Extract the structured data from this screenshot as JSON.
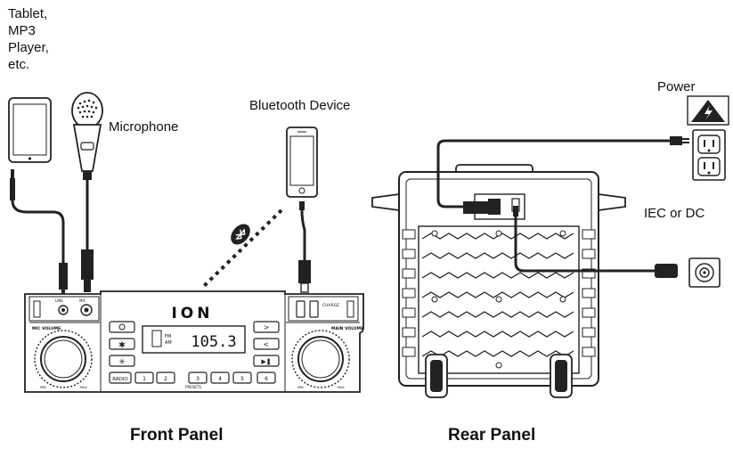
{
  "labels": {
    "tablet": "Tablet, MP3 Player, etc.",
    "microphone": "Microphone",
    "bluetooth_device": "Bluetooth Device",
    "power": "Power",
    "iec_or_dc": "IEC or DC",
    "front_panel": "Front Panel",
    "rear_panel": "Rear Panel"
  },
  "front_panel": {
    "brand": "ION",
    "display_reading": "105.3",
    "display_bands": [
      "FM",
      "AM"
    ],
    "mic_volume_label": "MIC VOLUME",
    "main_volume_label": "MAIN VOLUME",
    "input_jack_labels": [
      "LINE",
      "MIC"
    ],
    "charge_label": "CHARGE",
    "radio_button": "RADIO",
    "preset_buttons": [
      "1",
      "2",
      "3",
      "4",
      "5",
      "6"
    ],
    "presets_label": "PRESETS",
    "knob_min": "MIN",
    "knob_max": "MAX"
  },
  "icons": [
    "tablet-icon",
    "microphone-icon",
    "phone-icon",
    "bluetooth-icon",
    "power-warning-icon",
    "outlet-icon",
    "iec-plug-icon"
  ]
}
